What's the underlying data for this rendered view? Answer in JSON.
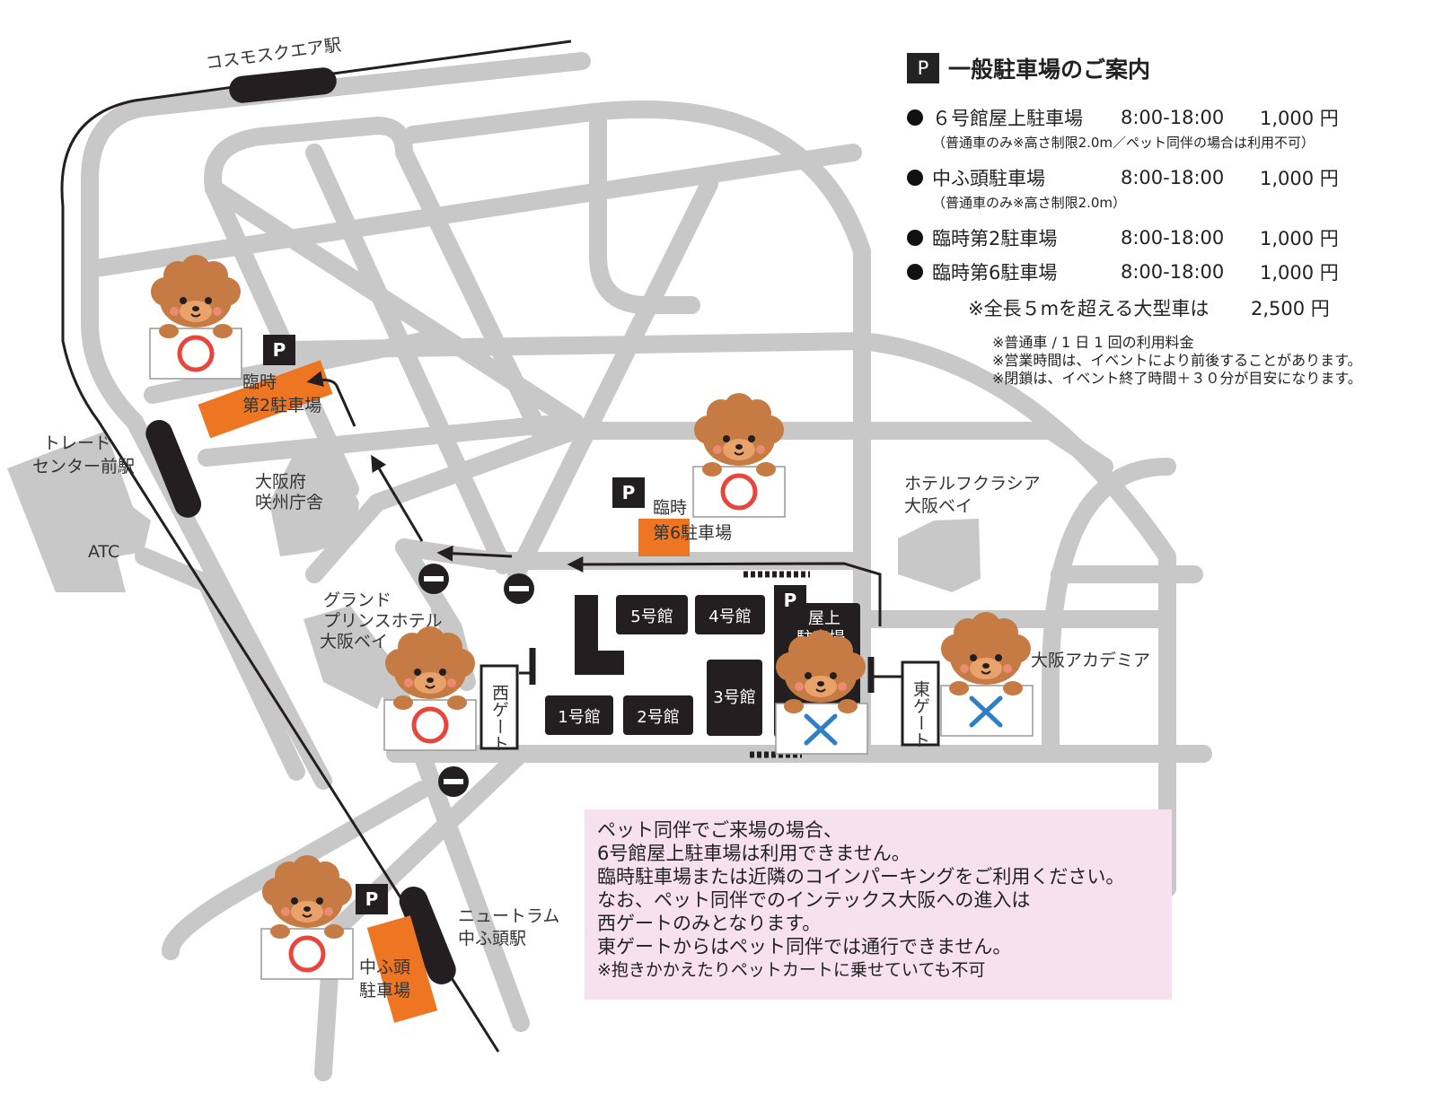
{
  "colors": {
    "road": "#c8c8c8",
    "building": "#231f20",
    "parking_area": "#ee7623",
    "notice_bg": "#f7e1ef",
    "ok_mark": "#e8453c",
    "ng_mark": "#2f7fc6",
    "dog_fur": "#c67b44"
  },
  "map": {
    "stations": {
      "cosmo": "コスモスクエア駅",
      "trade_l1": "トレード",
      "trade_l2": "センター前駅",
      "nyutoram_l1": "ニュートラム",
      "nyutoram_l2": "中ふ頭駅"
    },
    "places": {
      "atc": "ATC",
      "sakishima_l1": "大阪府",
      "sakishima_l2": "咲州庁舎",
      "grand_l1": "グランド",
      "grand_l2": "プリンスホテル",
      "grand_l3": "大阪ベイ",
      "hotel_l1": "ホテルフクラシア",
      "hotel_l2": "大阪ベイ",
      "academia": "大阪アカデミア"
    },
    "parking": {
      "p_symbol": "P",
      "p2_l1": "臨時",
      "p2_l2": "第2駐車場",
      "p6_l1": "臨時",
      "p6_l2": "第6駐車場",
      "roof_l1": "屋上",
      "roof_l2": "駐車場",
      "chufuto_l1": "中ふ頭",
      "chufuto_l2": "駐車場"
    },
    "halls": {
      "h1": "1号館",
      "h2": "2号館",
      "h3": "3号館",
      "h4": "4号館",
      "h5": "5号館"
    },
    "gates": {
      "west": "西ゲート",
      "east": "東ゲート"
    },
    "pet_signs": {
      "ok": [
        "trade-center-side",
        "grand-prince-side",
        "chufuto-side",
        "parking6-side"
      ],
      "ng": [
        "rooftop-parking",
        "east-gate"
      ]
    }
  },
  "guide": {
    "p_symbol": "P",
    "title": "一般駐車場のご案内",
    "lots": [
      {
        "name": "６号館屋上駐車場",
        "hours": "8:00-18:00",
        "fee": "1,000 円",
        "note": "（普通車のみ※高さ制限2.0m／ペット同伴の場合は利用不可）"
      },
      {
        "name": "中ふ頭駐車場",
        "hours": "8:00-18:00",
        "fee": "1,000 円",
        "note": "（普通車のみ※高さ制限2.0m）"
      },
      {
        "name": "臨時第2駐車場",
        "hours": "8:00-18:00",
        "fee": "1,000 円",
        "note": ""
      },
      {
        "name": "臨時第6駐車場",
        "hours": "8:00-18:00",
        "fee": "1,000 円",
        "note": ""
      }
    ],
    "large_vehicle": {
      "label": "※全長５mを超える大型車は",
      "fee": "2,500 円"
    },
    "notes": [
      "※普通車 / 1 日 1 回の利用料金",
      "※営業時間は、イベントにより前後することがあります。",
      "※閉鎖は、イベント終了時間＋３０分が目安になります。"
    ]
  },
  "pet_notice": {
    "lines": [
      "ペット同伴でご来場の場合、",
      "6号館屋上駐車場は利用できません。",
      "臨時駐車場または近隣のコインパーキングをご利用ください。",
      "なお、ペット同伴でのインテックス大阪への進入は",
      "西ゲートのみとなります。",
      "東ゲートからはペット同伴では通行できません。"
    ],
    "small_note": "※抱きかかえたりペットカートに乗せていても不可"
  }
}
